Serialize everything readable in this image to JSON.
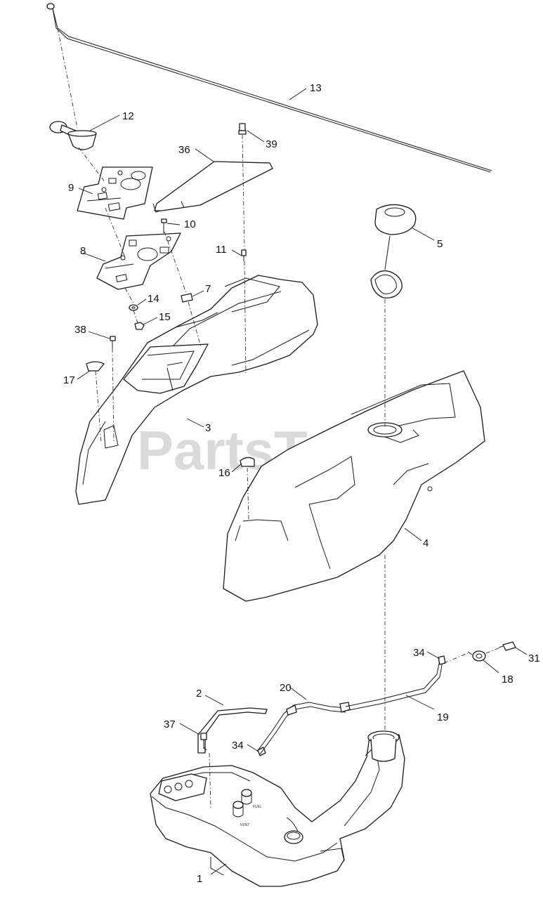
{
  "watermark": "PartsTree",
  "tank_markings": {
    "fuel_text": "FUEL",
    "vent_text": "VENT"
  },
  "callouts": [
    {
      "id": "c1",
      "label": "1"
    },
    {
      "id": "c2",
      "label": "2"
    },
    {
      "id": "c3",
      "label": "3"
    },
    {
      "id": "c4",
      "label": "4"
    },
    {
      "id": "c5",
      "label": "5"
    },
    {
      "id": "c7",
      "label": "7"
    },
    {
      "id": "c8",
      "label": "8"
    },
    {
      "id": "c9",
      "label": "9"
    },
    {
      "id": "c10",
      "label": "10"
    },
    {
      "id": "c11",
      "label": "11"
    },
    {
      "id": "c12",
      "label": "12"
    },
    {
      "id": "c13",
      "label": "13"
    },
    {
      "id": "c14",
      "label": "14"
    },
    {
      "id": "c15",
      "label": "15"
    },
    {
      "id": "c16",
      "label": "16"
    },
    {
      "id": "c17",
      "label": "17"
    },
    {
      "id": "c18",
      "label": "18"
    },
    {
      "id": "c19",
      "label": "19"
    },
    {
      "id": "c20",
      "label": "20"
    },
    {
      "id": "c31",
      "label": "31"
    },
    {
      "id": "c34a",
      "label": "34"
    },
    {
      "id": "c34b",
      "label": "34"
    },
    {
      "id": "c36",
      "label": "36"
    },
    {
      "id": "c37",
      "label": "37"
    },
    {
      "id": "c38",
      "label": "38"
    },
    {
      "id": "c39",
      "label": "39"
    }
  ]
}
